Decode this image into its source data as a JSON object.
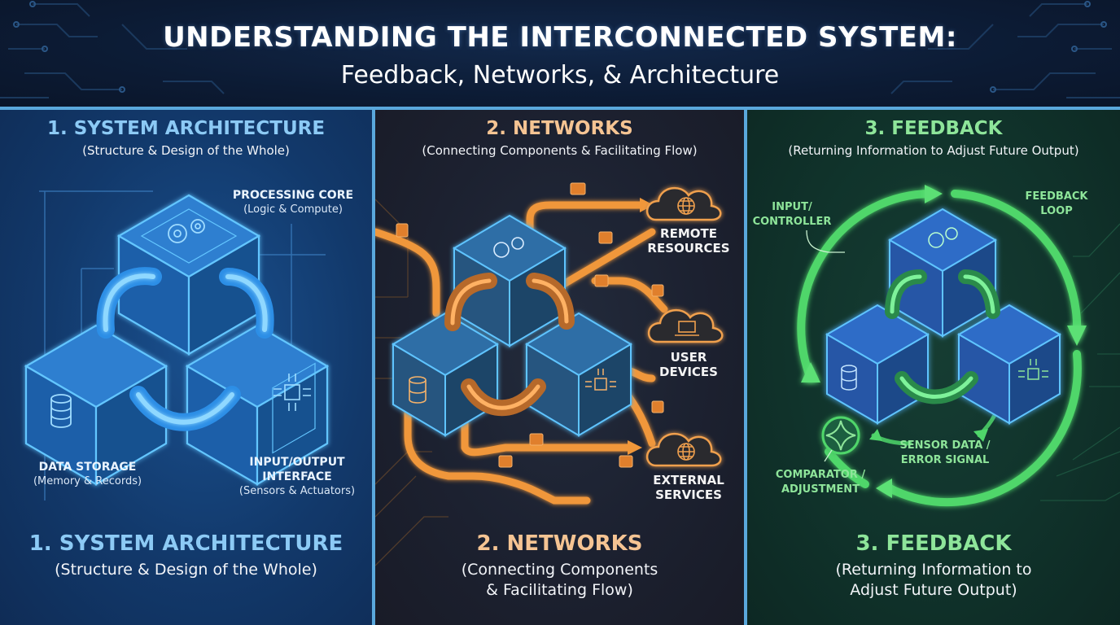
{
  "header": {
    "title": "UNDERSTANDING THE INTERCONNECTED SYSTEM:",
    "subtitle": "Feedback, Networks, & Architecture"
  },
  "colors": {
    "divider": "#5aa8dc",
    "architecture_accent": "#8ccaf5",
    "networks_accent": "#f5c493",
    "networks_flow": "#f0973a",
    "feedback_accent": "#8ee59a",
    "feedback_loop": "#4fd66a",
    "cube_edge": "#5fc4ff"
  },
  "panels": {
    "architecture": {
      "title": "1. SYSTEM ARCHITECTURE",
      "subtitle": "(Structure & Design of the Whole)",
      "labels": {
        "processing_core": {
          "heading": "PROCESSING CORE",
          "detail": "(Logic & Compute)"
        },
        "data_storage": {
          "heading": "DATA STORAGE",
          "detail": "(Memory & Records)"
        },
        "io_interface": {
          "heading_line1": "INPUT/OUTPUT",
          "heading_line2": "INTERFACE",
          "detail": "(Sensors & Actuators)"
        }
      },
      "bottom_title": "1. SYSTEM ARCHITECTURE",
      "bottom_subtitle": "(Structure & Design of the Whole)",
      "icons": [
        "gears-icon",
        "database-icon",
        "chip-icon"
      ]
    },
    "networks": {
      "title": "2. NETWORKS",
      "subtitle": "(Connecting Components & Facilitating Flow)",
      "nodes": [
        {
          "line1": "REMOTE",
          "line2": "RESOURCES",
          "icon": "globe-icon"
        },
        {
          "line1": "USER",
          "line2": "DEVICES",
          "icon": "laptop-icon"
        },
        {
          "line1": "EXTERNAL",
          "line2": "SERVICES",
          "icon": "globe-icon"
        }
      ],
      "bottom_title": "2. NETWORKS",
      "bottom_subtitle_line1": "(Connecting Components",
      "bottom_subtitle_line2": "& Facilitating Flow)"
    },
    "feedback": {
      "title": "3. FEEDBACK",
      "subtitle": "(Returning Information to Adjust Future Output)",
      "labels": {
        "input_controller": {
          "line1": "INPUT/",
          "line2": "CONTROLLER"
        },
        "feedback_loop": {
          "line1": "FEEDBACK",
          "line2": "LOOP"
        },
        "sensor_data": {
          "line1": "SENSOR DATA /",
          "line2": "ERROR SIGNAL"
        },
        "comparator": {
          "line1": "COMPARATOR /",
          "line2": "ADJUSTMENT"
        }
      },
      "bottom_title": "3. FEEDBACK",
      "bottom_subtitle_line1": "(Returning Information to",
      "bottom_subtitle_line2": "Adjust Future Output)"
    }
  }
}
